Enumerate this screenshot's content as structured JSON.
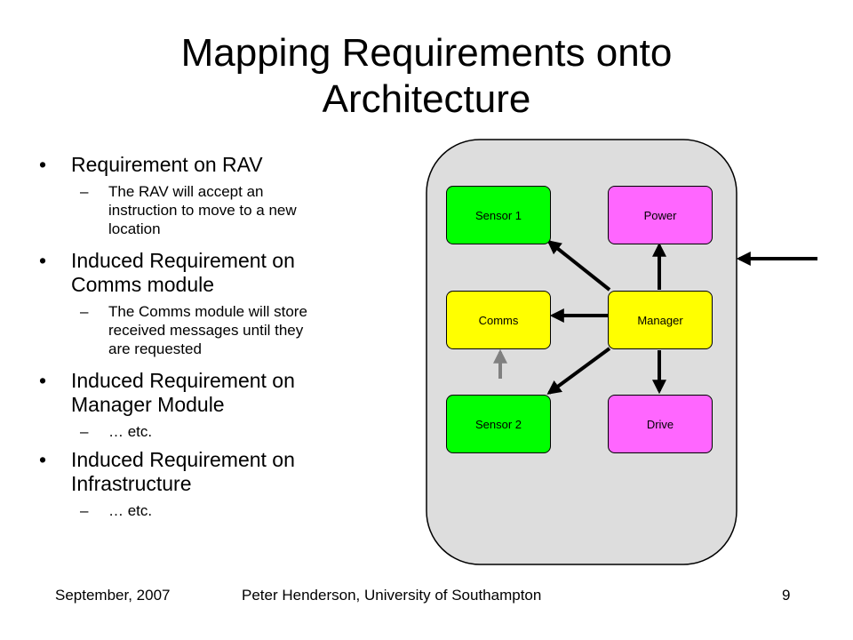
{
  "slide": {
    "title_line1": "Mapping Requirements onto",
    "title_line2": "Architecture"
  },
  "bullets": [
    {
      "text": "Requirement on RAV",
      "sub": [
        {
          "line1": "The RAV will accept an",
          "line2": "instruction to move to a new",
          "line3": "location"
        }
      ]
    },
    {
      "line1": "Induced Requirement on",
      "line2": "Comms module",
      "sub": [
        {
          "line1": "The Comms module will store",
          "line2": "received messages until they",
          "line3": "are requested"
        }
      ]
    },
    {
      "line1": "Induced Requirement on",
      "line2": "Manager Module",
      "sub": [
        {
          "text": "… etc."
        }
      ]
    },
    {
      "line1": "Induced Requirement on",
      "line2": "Infrastructure",
      "sub": [
        {
          "text": "… etc."
        }
      ]
    }
  ],
  "diagram": {
    "boxes": {
      "sensor1": "Sensor 1",
      "power": "Power",
      "comms": "Comms",
      "manager": "Manager",
      "sensor2": "Sensor 2",
      "drive": "Drive"
    },
    "colors": {
      "sensor": "#00ff00",
      "power_drive": "#ff66ff",
      "comms_manager": "#ffff00",
      "container": "#dddddd",
      "grey_arrow": "#808080"
    }
  },
  "footer": {
    "date": "September, 2007",
    "author": "Peter Henderson, University of Southampton",
    "page": "9"
  }
}
